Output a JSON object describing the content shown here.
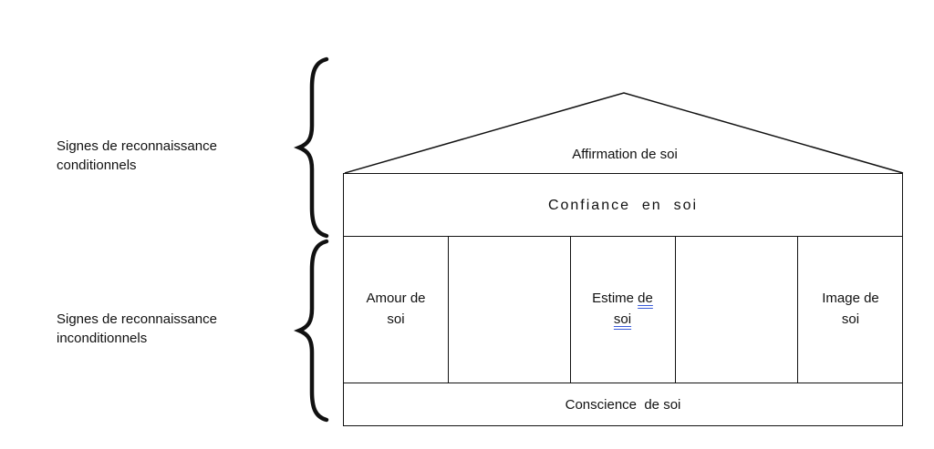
{
  "left_labels": {
    "conditionnels": {
      "line1": "Signes de reconnaissance",
      "line2": "conditionnels"
    },
    "inconditionnels": {
      "line1": "Signes de reconnaissance",
      "line2": "inconditionnels"
    }
  },
  "house": {
    "roof_label": "Affirmation de soi",
    "band_label": "Confiance  en  soi",
    "pillars": [
      {
        "line1": "Amour de",
        "line2": "soi"
      },
      {
        "line1": "Estime ",
        "line1_marked": "de",
        "line2": "soi"
      },
      {
        "line1": "Image de",
        "line2": "soi"
      }
    ],
    "foundation_label": "Conscience  de soi"
  },
  "colors": {
    "stroke": "#111111",
    "spellcheck_underline": "#3a5bd9",
    "background": "#ffffff"
  }
}
